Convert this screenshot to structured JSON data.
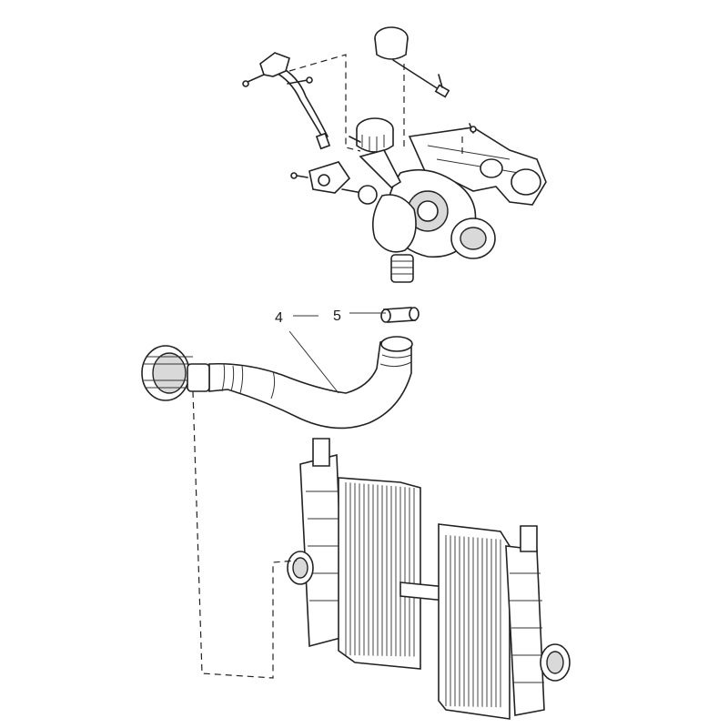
{
  "diagram": {
    "callouts": [
      {
        "id": "4",
        "text": "4"
      },
      {
        "id": "5",
        "text": "5"
      }
    ],
    "colors": {
      "line": "#222222",
      "background": "#ffffff",
      "shade": "#d9d9d9"
    }
  }
}
